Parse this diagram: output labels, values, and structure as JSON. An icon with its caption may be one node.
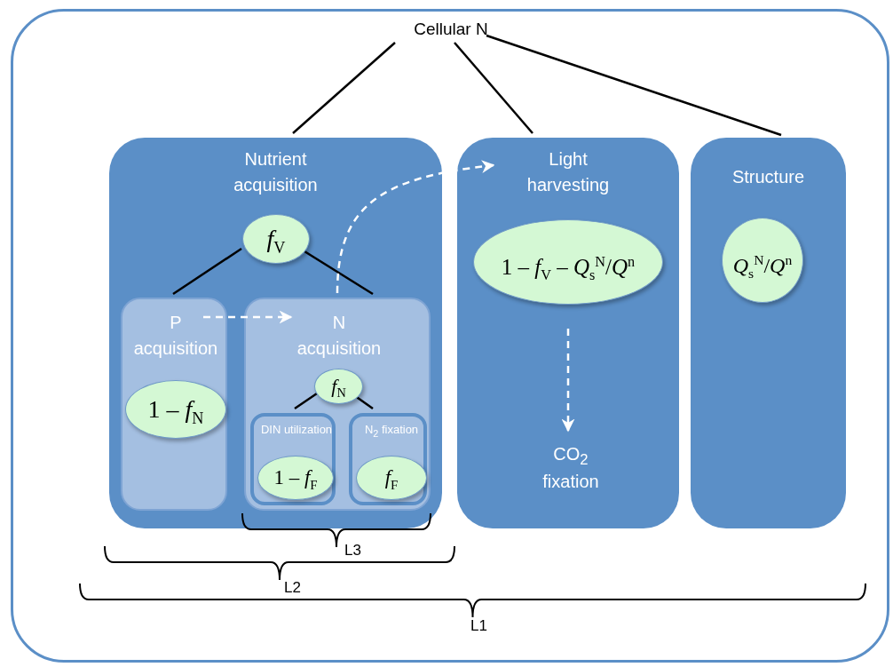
{
  "diagram": {
    "nodes": [
      {
        "text": [],
        "shape": "box"
      },
      {
        "text": [
          "Cellular N"
        ],
        "in": 0
      },
      {
        "text": [
          "Nutrient acquisition"
        ],
        "in": 0
      },
      {
        "text": [
          "*f*$_{V}$"
        ],
        "in": 2
      },
      {
        "text": [
          "P acquisition"
        ],
        "in": 2
      },
      {
        "text": [
          "1 – *f*$_{N}$"
        ],
        "in": 4
      },
      {
        "text": [
          "N acquisition"
        ],
        "in": 2
      },
      {
        "text": [
          "*f*$_{N}$"
        ],
        "in": 6
      },
      {
        "text": [
          "DIN utilization"
        ],
        "in": 6
      },
      {
        "text": [
          "1 – *f*$_{F}$"
        ],
        "in": 8
      },
      {
        "text": [
          "N$_{2}$ fixation"
        ],
        "in": 6
      },
      {
        "text": [
          "*f*$_{F}$"
        ],
        "in": 10
      },
      {
        "text": [
          "Light harvesting"
        ],
        "in": 0
      },
      {
        "text": [
          "1 – *f*$_{V}$ – *Q*$_{s}$$^{N}$/*Q*$^{n}$"
        ],
        "in": 12
      },
      {
        "text": [
          "CO$_{2}$ fixation"
        ],
        "in": 12
      },
      {
        "text": [
          "Structure"
        ],
        "in": 0
      },
      {
        "text": [
          "*Q*$_{s}$$^{N}$/*Q*$^{n}$"
        ],
        "in": 15
      }
    ],
    "edges": [
      {
        "from": 1,
        "to": 2,
        "arrow": "none"
      },
      {
        "from": 1,
        "to": 12,
        "arrow": "none"
      },
      {
        "from": 1,
        "to": 15,
        "arrow": "none"
      },
      {
        "from": 3,
        "to": 4,
        "arrow": "none"
      },
      {
        "from": 3,
        "to": 6,
        "arrow": "none"
      },
      {
        "from": 7,
        "to": 8,
        "arrow": "none"
      },
      {
        "from": 7,
        "to": 10,
        "arrow": "none"
      },
      {
        "from": 4,
        "to": 6,
        "arrow": "to",
        "style": "dashed",
        "color": "#ffffff"
      },
      {
        "from": 6,
        "to": 12,
        "arrow": "to",
        "style": "dashed",
        "color": "#ffffff"
      },
      {
        "from": 13,
        "to": 14,
        "arrow": "to",
        "style": "dashed",
        "color": "#ffffff"
      }
    ],
    "labels": [
      "L3",
      "L2",
      "L1"
    ]
  }
}
